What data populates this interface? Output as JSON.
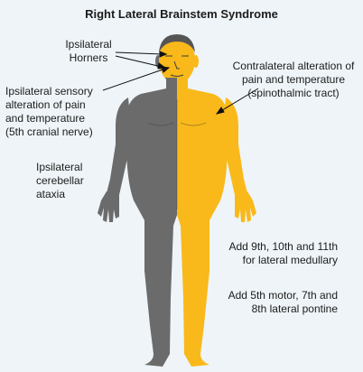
{
  "title": "Right Lateral Brainstem Syndrome",
  "colors": {
    "background": "#eef4f8",
    "ipsilateral_side": "#6b6b6b",
    "contralateral_side": "#f9b91a",
    "text": "#1c1c1c"
  },
  "labels": {
    "horners": [
      "Ipsilateral",
      "Horners"
    ],
    "sensory": [
      "Ipsilateral sensory",
      "alteration of pain",
      "and temperature",
      "(5th cranial nerve)"
    ],
    "ataxia": [
      "Ipsilateral",
      "cerebellar",
      "ataxia"
    ],
    "contralateral": [
      "Contralateral alteration of",
      "pain and temperature",
      "(spinothalmic tract)"
    ],
    "medullary": [
      "Add 9th, 10th and 11th",
      "for lateral medullary"
    ],
    "pontine": [
      "Add 5th motor, 7th and",
      "8th lateral pontine"
    ]
  }
}
